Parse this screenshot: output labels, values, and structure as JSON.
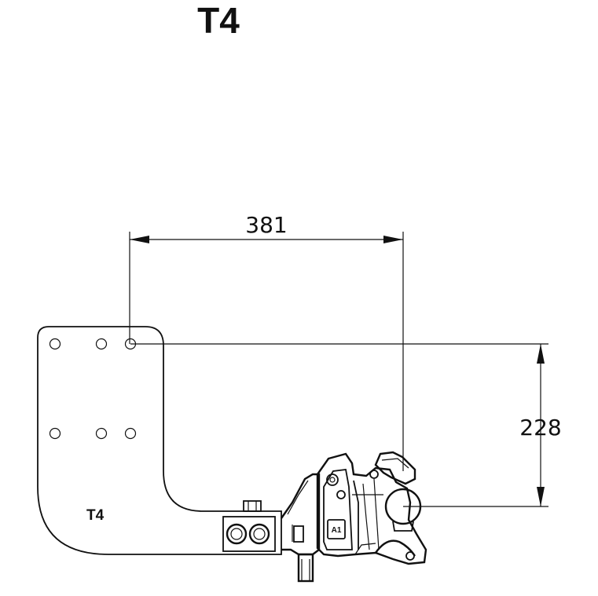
{
  "title": "T4",
  "plate_label": "T4",
  "part_label": "A1",
  "dimensions": {
    "horizontal": "381",
    "vertical": "228"
  }
}
